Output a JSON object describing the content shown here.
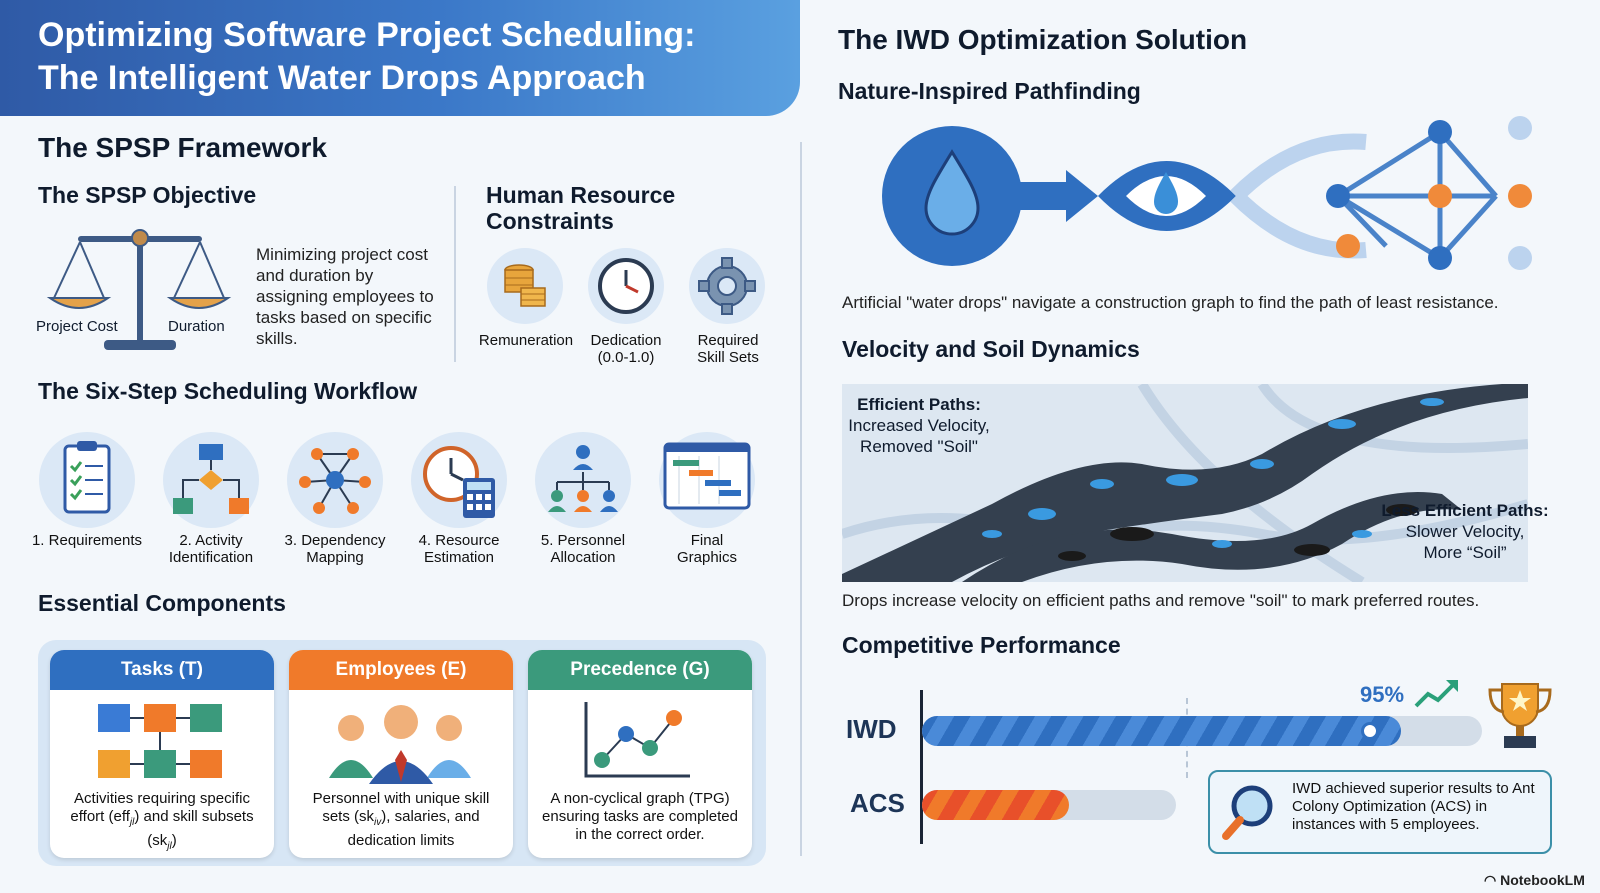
{
  "header": {
    "title_line1": "Optimizing Software Project Scheduling:",
    "title_line2": "The Intelligent Water Drops Approach"
  },
  "left": {
    "framework_title": "The SPSP Framework",
    "objective": {
      "title": "The SPSP Objective",
      "label_cost": "Project Cost",
      "label_duration": "Duration",
      "description": "Minimizing project cost and duration by assigning employees to tasks based on specific skills."
    },
    "hr": {
      "title_line1": "Human Resource",
      "title_line2": "Constraints",
      "items": [
        {
          "label_line1": "Remuneration",
          "label_line2": "",
          "icon": "coins-icon"
        },
        {
          "label_line1": "Dedication",
          "label_line2": "(0.0-1.0)",
          "icon": "clock-icon"
        },
        {
          "label_line1": "Required",
          "label_line2": "Skill Sets",
          "icon": "gear-icon"
        }
      ]
    },
    "workflow": {
      "title": "The Six-Step Scheduling Workflow",
      "steps": [
        {
          "line1": "1. Requirements",
          "line2": "",
          "icon": "clipboard-checklist-icon"
        },
        {
          "line1": "2. Activity",
          "line2": "Identification",
          "icon": "flowchart-icon"
        },
        {
          "line1": "3. Dependency",
          "line2": "Mapping",
          "icon": "network-icon"
        },
        {
          "line1": "4. Resource",
          "line2": "Estimation",
          "icon": "clock-calculator-icon"
        },
        {
          "line1": "5. Personnel",
          "line2": "Allocation",
          "icon": "org-chart-icon"
        },
        {
          "line1": "Final",
          "line2": "Graphics",
          "icon": "gantt-chart-icon"
        }
      ]
    },
    "components": {
      "title": "Essential Components",
      "cards": [
        {
          "title": "Tasks (T)",
          "color": "#2f6fc0",
          "text_a": "Activities requiring specific effort (eff",
          "sub_a": "jl",
          "text_b": ") and skill subsets (sk",
          "sub_b": "jl",
          "text_c": ")"
        },
        {
          "title": "Employees (E)",
          "color": "#f07a2a",
          "text_a": "Personnel with unique skill sets (sk",
          "sub_a": "iv",
          "text_b": "), salaries, and dedication limits",
          "sub_b": "",
          "text_c": ""
        },
        {
          "title": "Precedence (G)",
          "color": "#3b9a7c",
          "text_a": "A non-cyclical graph (TPG) ensuring tasks are completed in the correct order.",
          "sub_a": "",
          "text_b": "",
          "sub_b": "",
          "text_c": ""
        }
      ]
    }
  },
  "right": {
    "title": "The IWD Optimization Solution",
    "pathfinding": {
      "title": "Nature-Inspired Pathfinding",
      "caption": "Artificial \"water drops\" navigate a construction graph to find the path of least resistance."
    },
    "velocity": {
      "title": "Velocity and Soil Dynamics",
      "efficient_title": "Efficient Paths:",
      "efficient_l2": "Increased Velocity,",
      "efficient_l3": "Removed \"Soil\"",
      "less_title": "Less Efficient Paths:",
      "less_l2": "Slower Velocity,",
      "less_l3": "More “Soil”",
      "caption": "Drops increase velocity on efficient paths and remove \"soil\" to mark preferred routes."
    },
    "performance": {
      "title": "Competitive Performance",
      "iwd_label": "IWD",
      "acs_label": "ACS",
      "iwd_value_label": "95%",
      "iwd_fraction": 0.95,
      "acs_fraction": 0.27,
      "note": "IWD achieved superior results to Ant Colony Optimization (ACS) in instances with 5 employees."
    }
  },
  "footer": {
    "brand": "NotebookLM"
  }
}
